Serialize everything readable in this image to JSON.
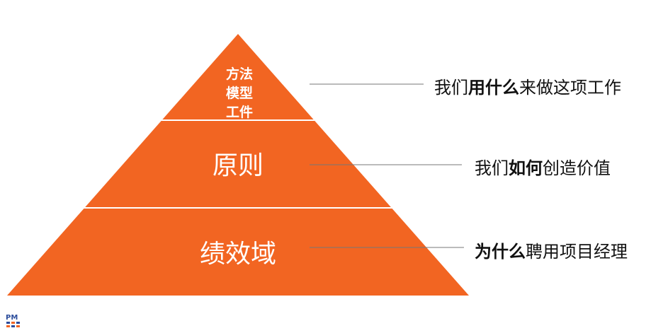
{
  "pyramid": {
    "fill": "#F26522",
    "divider": "#FFFFFF",
    "tiers": [
      {
        "lines": [
          "方法",
          "模型",
          "工件"
        ]
      },
      {
        "label": "原则"
      },
      {
        "label": "绩效域"
      }
    ]
  },
  "descriptions": [
    {
      "pre": "我们",
      "bold": "用什么",
      "post": "来做这项工作"
    },
    {
      "pre": "我们",
      "bold": "如何",
      "post": "创造价值"
    },
    {
      "pre": "",
      "bold": "为什么",
      "post": "聘用项目经理"
    }
  ],
  "logo": {
    "text": "PM"
  },
  "colors": {
    "connector": "#777777",
    "text": "#111111",
    "logo_blue": "#2B4C9B",
    "logo_orange": "#F26522"
  }
}
